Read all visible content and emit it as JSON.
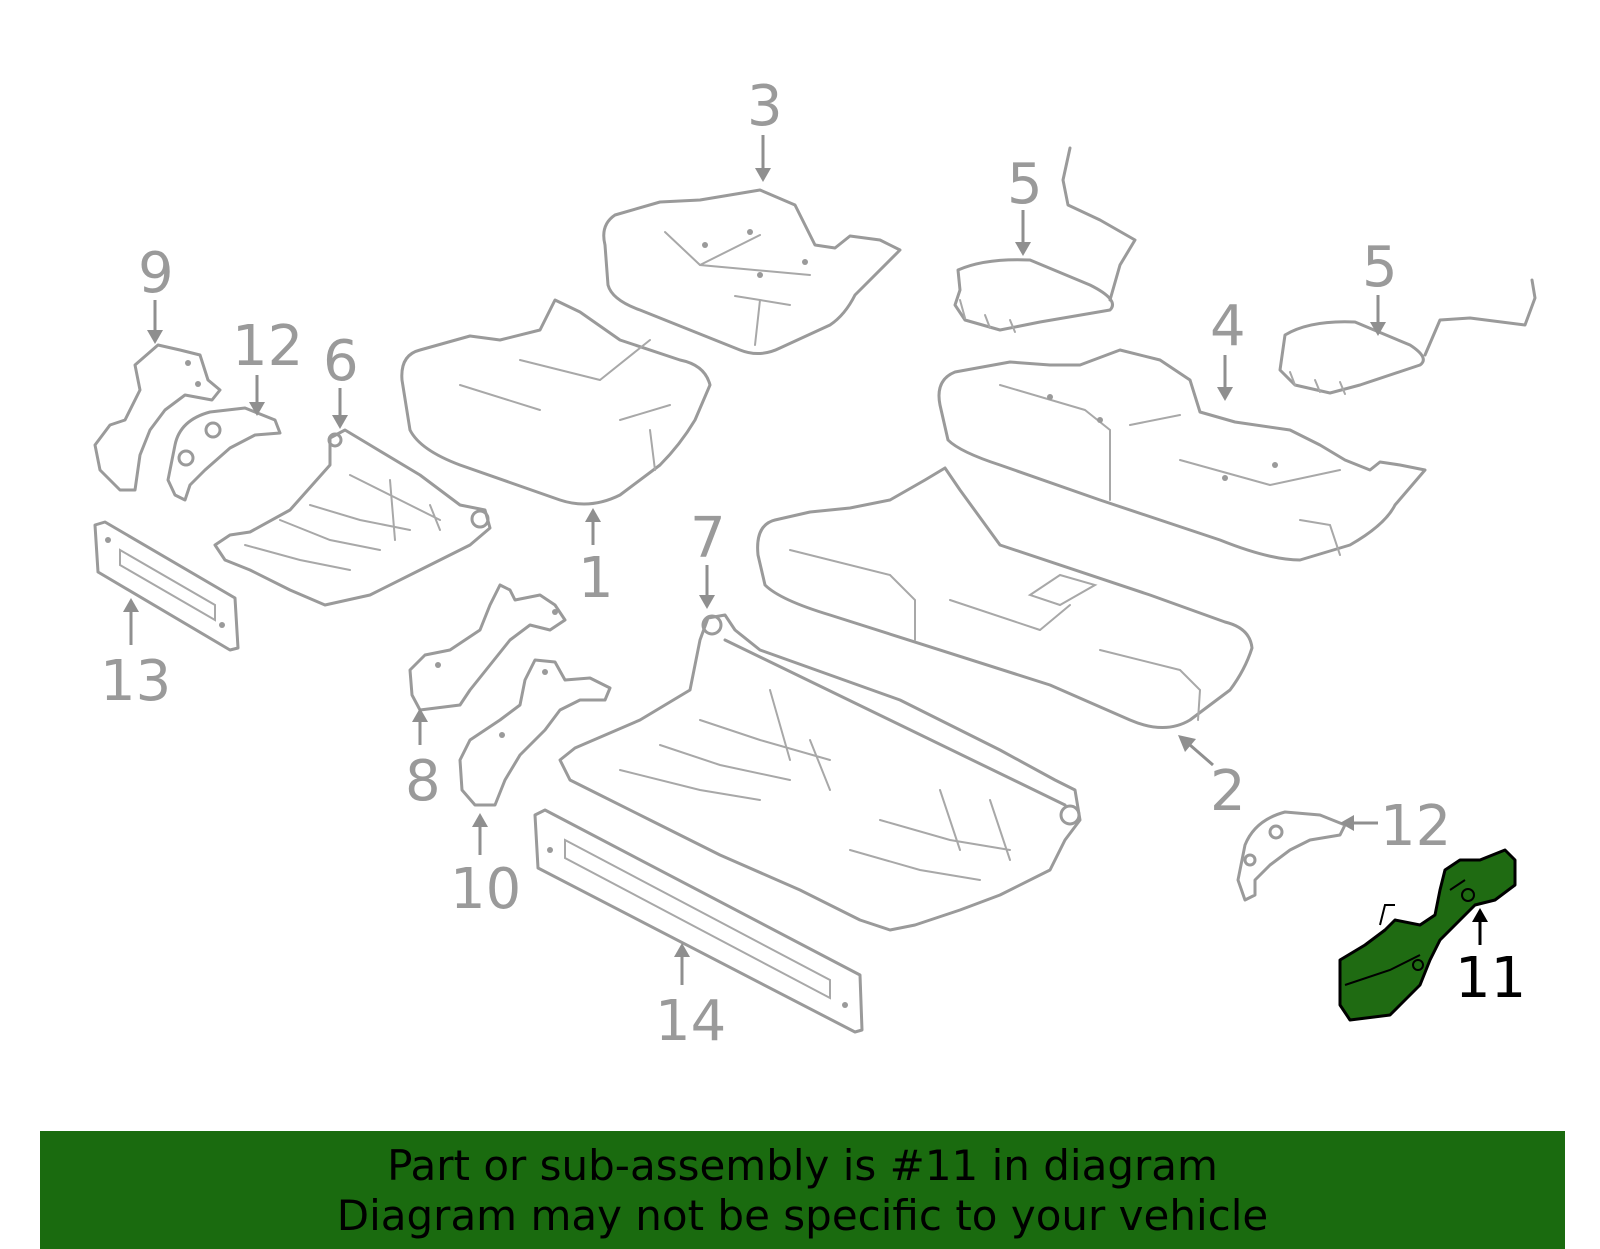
{
  "diagram": {
    "callouts": [
      {
        "id": "1",
        "highlighted": false
      },
      {
        "id": "2",
        "highlighted": false
      },
      {
        "id": "3",
        "highlighted": false
      },
      {
        "id": "4",
        "highlighted": false
      },
      {
        "id": "5a",
        "label": "5",
        "highlighted": false
      },
      {
        "id": "5b",
        "label": "5",
        "highlighted": false
      },
      {
        "id": "6",
        "highlighted": false
      },
      {
        "id": "7",
        "highlighted": false
      },
      {
        "id": "8",
        "highlighted": false
      },
      {
        "id": "9",
        "highlighted": false
      },
      {
        "id": "10",
        "highlighted": false
      },
      {
        "id": "11",
        "highlighted": true
      },
      {
        "id": "12a",
        "label": "12",
        "highlighted": false
      },
      {
        "id": "12b",
        "label": "12",
        "highlighted": false
      },
      {
        "id": "13",
        "highlighted": false
      },
      {
        "id": "14",
        "highlighted": false
      }
    ],
    "labels": {
      "c1": "1",
      "c2": "2",
      "c3": "3",
      "c4": "4",
      "c5a": "5",
      "c5b": "5",
      "c6": "6",
      "c7": "7",
      "c8": "8",
      "c9": "9",
      "c10": "10",
      "c11": "11",
      "c12a": "12",
      "c12b": "12",
      "c13": "13",
      "c14": "14"
    },
    "colors": {
      "line": "#9a9a9a",
      "highlight_fill": "#1f6b12",
      "banner_bg": "#1a6b0f"
    }
  },
  "banner": {
    "line1": "Part or sub-assembly is #11 in diagram",
    "line2": "Diagram may not be specific to your vehicle"
  }
}
